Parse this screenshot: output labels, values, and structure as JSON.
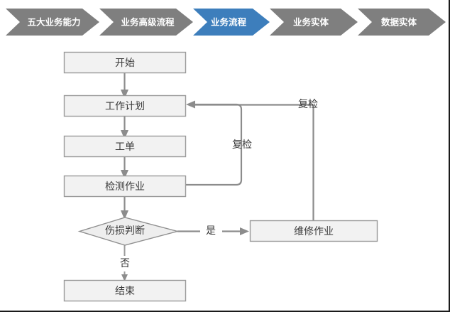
{
  "header": {
    "steps": [
      {
        "label": "五大业务能力",
        "active": false,
        "color": "#7f7f7f"
      },
      {
        "label": "业务高级流程",
        "active": false,
        "color": "#7f7f7f"
      },
      {
        "label": "业务流程",
        "active": true,
        "color": "#3d7ebc"
      },
      {
        "label": "业务实体",
        "active": false,
        "color": "#7f7f7f"
      },
      {
        "label": "数据实体",
        "active": false,
        "color": "#7f7f7f"
      }
    ],
    "active_color": "#3d7ebc",
    "inactive_color": "#7f7f7f",
    "label_color": "#ffffff"
  },
  "flowchart": {
    "type": "flowchart",
    "title": "业务流程",
    "node_fill": "#f2f2f2",
    "node_stroke": "#9a9a9a",
    "connector_color": "#8c8c8c",
    "text_color": "#3a3a3a",
    "nodes": [
      {
        "id": "start",
        "label": "开始",
        "shape": "rect"
      },
      {
        "id": "workplan",
        "label": "工作计划",
        "shape": "rect"
      },
      {
        "id": "workorder",
        "label": "工单",
        "shape": "rect"
      },
      {
        "id": "inspect",
        "label": "检测作业",
        "shape": "rect"
      },
      {
        "id": "judge",
        "label": "伤损判断",
        "shape": "diamond"
      },
      {
        "id": "repair",
        "label": "维修作业",
        "shape": "rect"
      },
      {
        "id": "end",
        "label": "结束",
        "shape": "rect"
      }
    ],
    "edges": [
      {
        "from": "start",
        "to": "workplan",
        "label": ""
      },
      {
        "from": "workplan",
        "to": "workorder",
        "label": ""
      },
      {
        "from": "workorder",
        "to": "inspect",
        "label": ""
      },
      {
        "from": "inspect",
        "to": "judge",
        "label": ""
      },
      {
        "from": "judge",
        "to": "repair",
        "label": "是"
      },
      {
        "from": "judge",
        "to": "end",
        "label": "否"
      },
      {
        "from": "inspect",
        "to": "workplan",
        "label": "复检"
      },
      {
        "from": "repair",
        "to": "workplan",
        "label": "复检"
      }
    ],
    "edge_labels": {
      "yes": "是",
      "no": "否",
      "recheck_inner": "复检",
      "recheck_outer": "复检"
    }
  }
}
